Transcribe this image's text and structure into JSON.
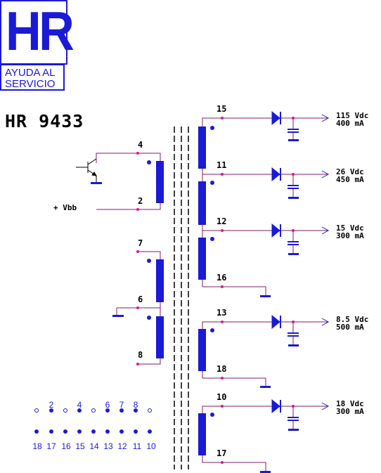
{
  "logo": {
    "letters": "HR",
    "line1": "AYUDA AL",
    "line2": "SERVICIO"
  },
  "model": "HR 9433",
  "supply_label": "+ Vbb",
  "colors": {
    "wire": "#8a1a6a",
    "component": "#1a1ad8",
    "node": "#e0109a",
    "text": "#000000"
  },
  "pins": {
    "p2": "2",
    "p4": "4",
    "p6": "6",
    "p7": "7",
    "p8": "8",
    "p10": "10",
    "p11": "11",
    "p12": "12",
    "p13": "13",
    "p15": "15",
    "p16": "16",
    "p17": "17",
    "p18": "18"
  },
  "outputs": [
    {
      "voltage": "115 Vdc",
      "current": "400 mA"
    },
    {
      "voltage": "26 Vdc",
      "current": "450 mA"
    },
    {
      "voltage": "15 Vdc",
      "current": "300 mA"
    },
    {
      "voltage": "8.5 Vdc",
      "current": "500 mA"
    },
    {
      "voltage": "18 Vdc",
      "current": "300 mA"
    }
  ],
  "pinout": {
    "top": [
      "",
      "2",
      "",
      "4",
      "",
      "6",
      "7",
      "8",
      ""
    ],
    "bottom": [
      "18",
      "17",
      "16",
      "15",
      "14",
      "13",
      "12",
      "11",
      "10"
    ]
  }
}
